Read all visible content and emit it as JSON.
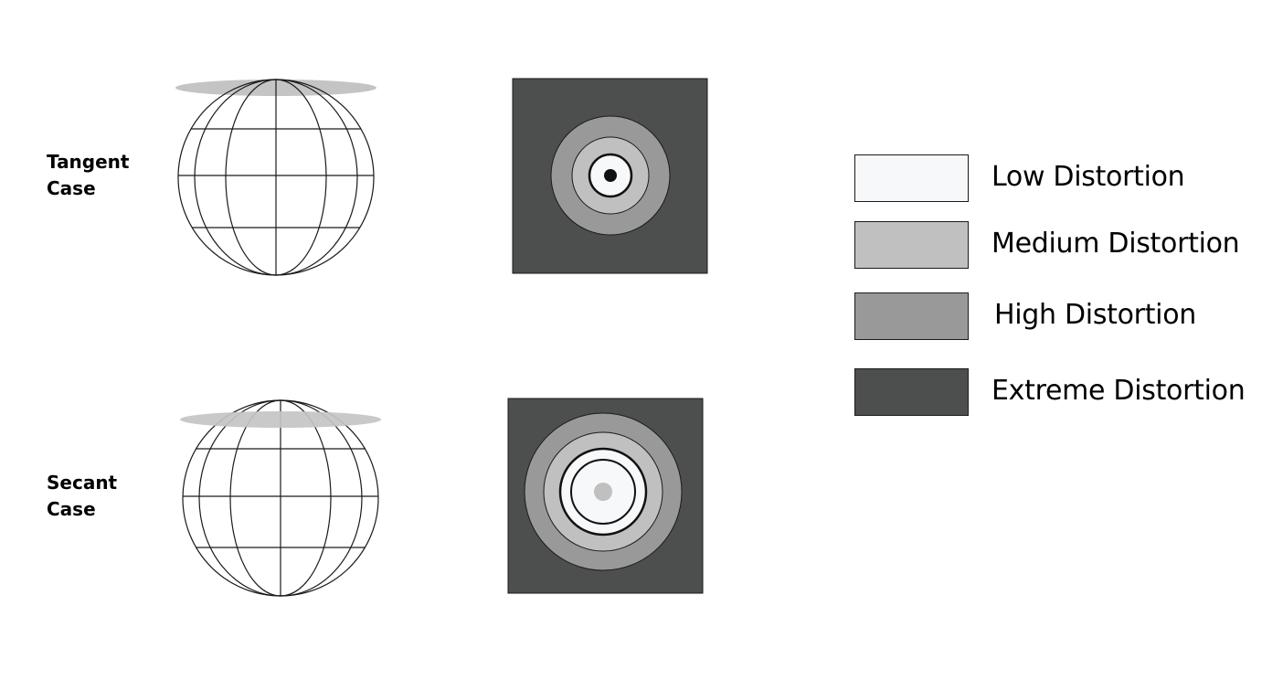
{
  "cases": [
    {
      "id": "tangent",
      "label_lines": [
        "Tangent",
        "Case"
      ]
    },
    {
      "id": "secant",
      "label_lines": [
        "Secant",
        "Case"
      ]
    }
  ],
  "legend": [
    {
      "label": "Low Distortion",
      "color": "#f7f8fa"
    },
    {
      "label": "Medium Distortion",
      "color": "#c0c0c0"
    },
    {
      "label": "High Distortion",
      "color": "#999999"
    },
    {
      "label": "Extreme Distortion",
      "color": "#4d4e4e"
    }
  ],
  "colors": {
    "plane": "#c4c4c4",
    "globe_line": "#1a1a1a",
    "point_of_tangency": "#111111",
    "secant_center": "#c0c0c0"
  }
}
